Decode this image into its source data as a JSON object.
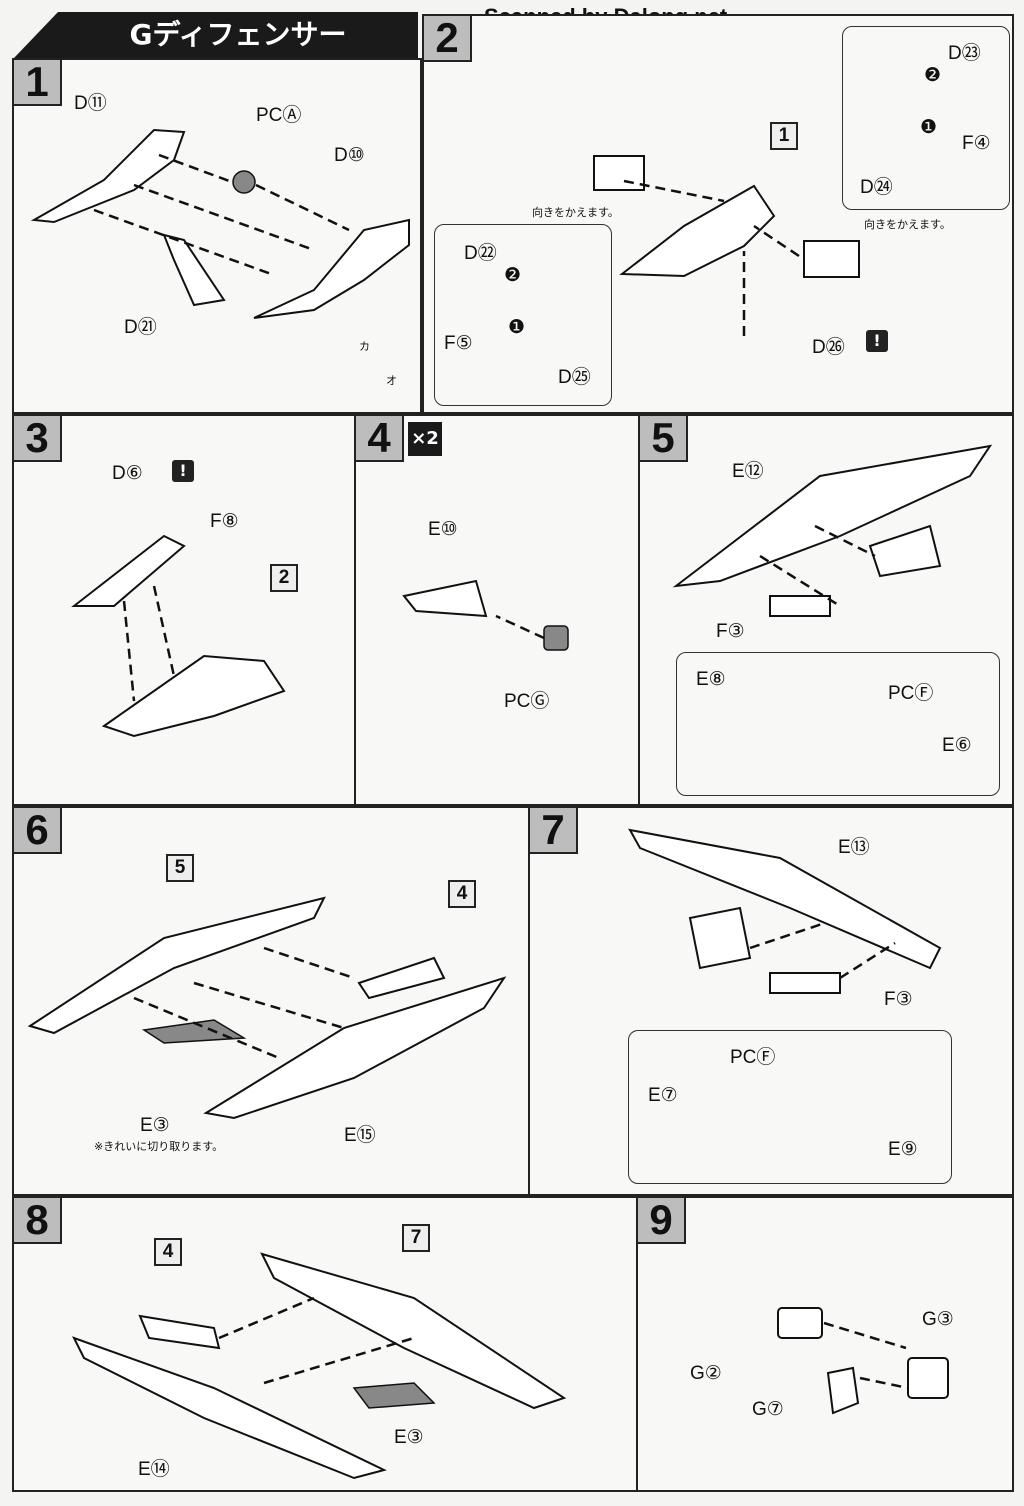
{
  "header": {
    "title": "Gディフェンサー",
    "scan_credit": "Scanned by Dalong.net"
  },
  "steps": {
    "s1": {
      "num": "1",
      "labels": [
        "D⑪",
        "PCⒶ",
        "D⑩",
        "D㉑",
        "カ",
        "オ"
      ]
    },
    "s2": {
      "num": "2",
      "ref": "1",
      "labels": [
        "D㉓",
        "F④",
        "D㉔",
        "D㉒",
        "F⑤",
        "D㉕",
        "D㉖"
      ],
      "order": [
        "❷",
        "❶",
        "❷",
        "❶"
      ],
      "note": "向きをかえます。"
    },
    "s3": {
      "num": "3",
      "ref": "2",
      "labels": [
        "D⑥",
        "F⑧"
      ]
    },
    "s4": {
      "num": "4",
      "mult": "×2",
      "labels": [
        "E⑩",
        "PCⒼ"
      ]
    },
    "s5": {
      "num": "5",
      "labels": [
        "E⑫",
        "F③",
        "E⑧",
        "PCⒻ",
        "E⑥"
      ]
    },
    "s6": {
      "num": "6",
      "refs": [
        "5",
        "4"
      ],
      "labels": [
        "E③",
        "E⑮"
      ],
      "note": "※きれいに切り取ります。"
    },
    "s7": {
      "num": "7",
      "labels": [
        "E⑬",
        "F③",
        "PCⒻ",
        "E⑦",
        "E⑨"
      ]
    },
    "s8": {
      "num": "8",
      "refs": [
        "4",
        "7"
      ],
      "labels": [
        "E⑭",
        "E③"
      ]
    },
    "s9": {
      "num": "9",
      "labels": [
        "G③",
        "G②",
        "G⑦"
      ]
    }
  }
}
